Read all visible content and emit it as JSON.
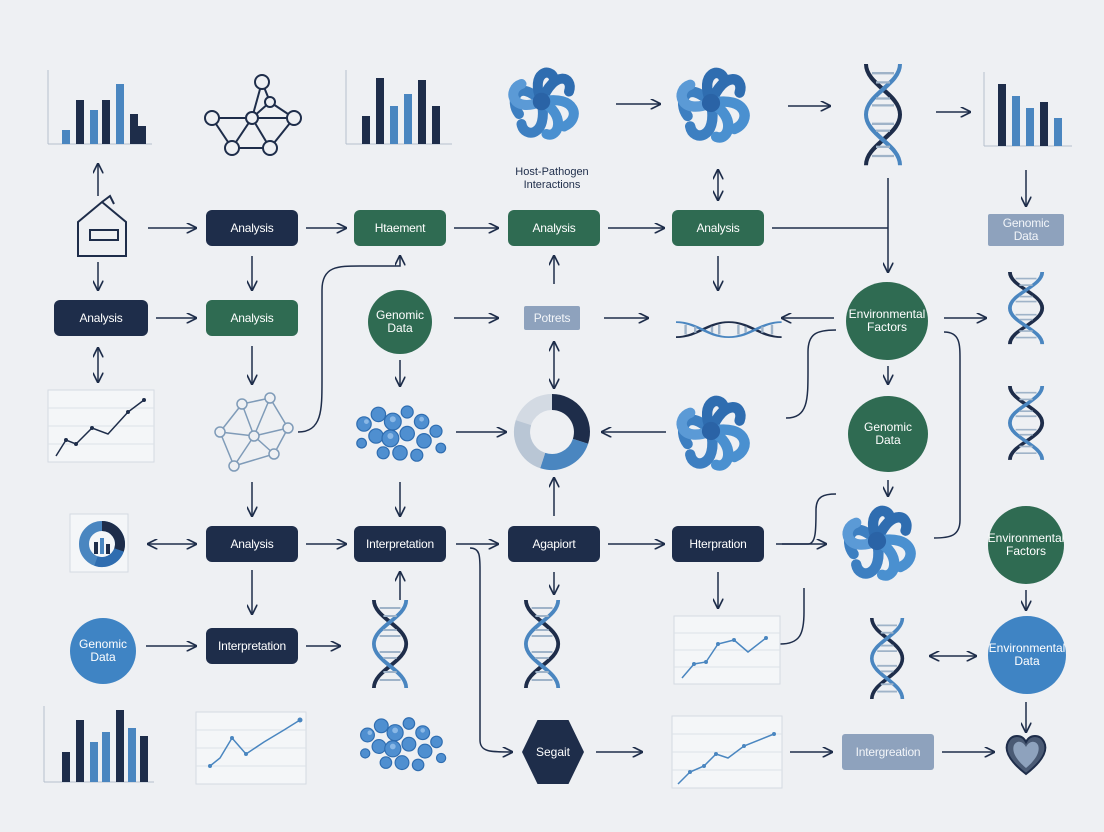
{
  "nodes": {
    "n_analysis_r1a": "Analysis",
    "n_treatment_r1": "Htaement",
    "n_analysis_r1b": "Analysis",
    "n_analysis_r1c": "Analysis",
    "n_genomic_data_slate": "Genomic\nData",
    "n_analysis_r2a": "Analysis",
    "n_analysis_r2b": "Analysis",
    "n_genomic_data_c1": "Genomic\nData",
    "n_potrets": "Potrets",
    "n_env_factors_c1": "Environmental\nFactors",
    "n_genomic_data_c2": "Genomic\nData",
    "n_analysis_r4": "Analysis",
    "n_interpretation_r4a": "Interpretation",
    "n_agapiort": "Agapiort",
    "n_interpretation_r4b": "Hterpration",
    "n_env_factors_c2": "Environmental\nFactors",
    "n_genomic_data_c3": "Genomic\nData",
    "n_interpretation_r5": "Interpretation",
    "n_env_data": "Environmental\nData",
    "n_segait": "Segait",
    "n_intergreation": "Intergreation"
  },
  "captions": {
    "host_pathogen": "Host-Pathogen\nInteractions"
  },
  "colors": {
    "navy": "#1e2d4a",
    "green": "#2f6b52",
    "blue": "#3f84c4",
    "light_blue": "#6aa4d8",
    "slate": "#8ea2bd",
    "line": "#1e2d4a"
  },
  "icons": [
    "bar-chart-icon",
    "network-graph-icon",
    "protein-structure-icon",
    "dna-helix-icon",
    "house-icon",
    "line-chart-icon",
    "donut-chart-icon",
    "molecule-cluster-icon",
    "heart-icon"
  ]
}
